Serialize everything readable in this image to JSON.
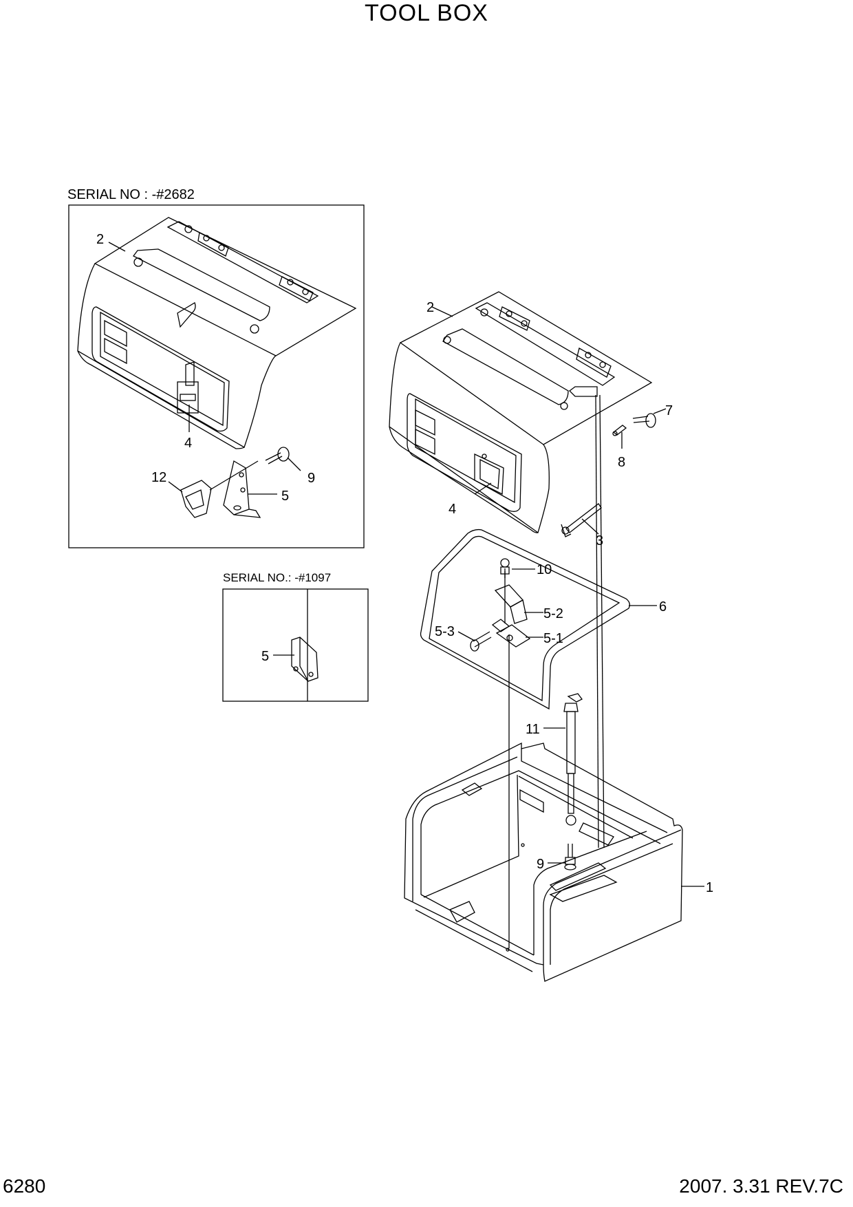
{
  "title": "TOOL BOX",
  "page_number": "6280",
  "revision": "2007. 3.31  REV.7C",
  "insets": {
    "a": {
      "serial": "SERIAL NO : -#2682"
    },
    "b": {
      "serial": "SERIAL NO.: -#1097"
    }
  },
  "callouts": {
    "inset_a": [
      "2",
      "4",
      "12",
      "9",
      "5"
    ],
    "inset_b": [
      "5"
    ],
    "main": [
      "2",
      "7",
      "8",
      "4",
      "3",
      "10",
      "6",
      "5-2",
      "5-3",
      "5-1",
      "11",
      "9",
      "1"
    ]
  }
}
